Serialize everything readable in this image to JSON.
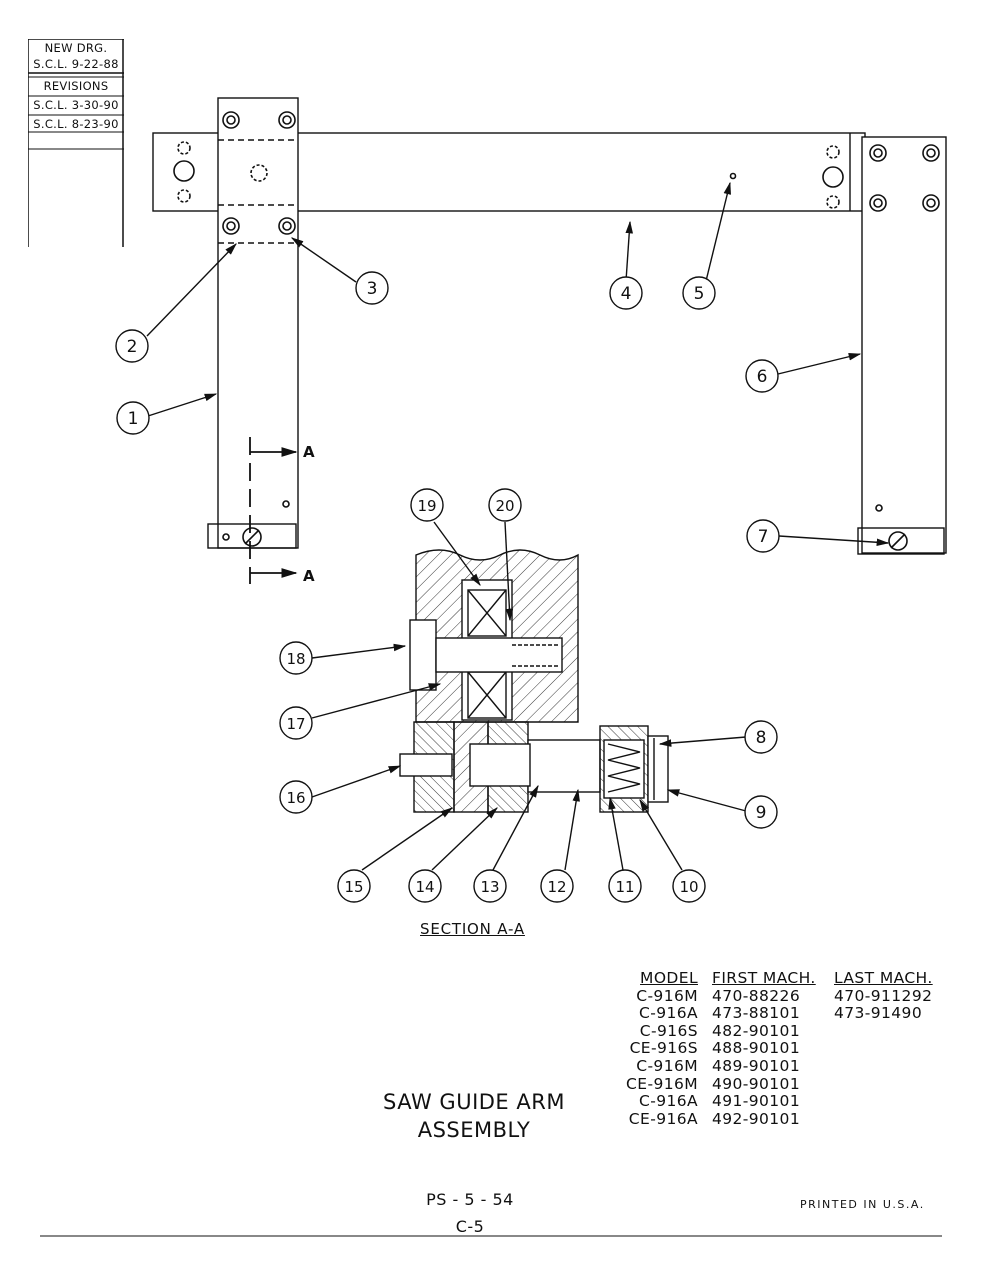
{
  "revision_block": {
    "header": "NEW DRG.",
    "new_drawing": "S.C.L. 9-22-88",
    "revisions_label": "REVISIONS",
    "revisions": [
      "S.C.L. 3-30-90",
      "S.C.L. 8-23-90"
    ]
  },
  "callouts": [
    "1",
    "2",
    "3",
    "4",
    "5",
    "6",
    "7",
    "8",
    "9",
    "10",
    "11",
    "12",
    "13",
    "14",
    "15",
    "16",
    "17",
    "18",
    "19",
    "20"
  ],
  "section_marker": "A",
  "section_title": "SECTION A-A",
  "title": [
    "SAW GUIDE ARM",
    "ASSEMBLY"
  ],
  "model_table": {
    "headers": [
      "MODEL",
      "FIRST MACH.",
      "LAST MACH."
    ],
    "rows": [
      [
        "C-916M",
        "470-88226",
        "470-911292"
      ],
      [
        "C-916A",
        "473-88101",
        "473-91490"
      ],
      [
        "C-916S",
        "482-90101",
        ""
      ],
      [
        "CE-916S",
        "488-90101",
        ""
      ],
      [
        "C-916M",
        "489-90101",
        ""
      ],
      [
        "CE-916M",
        "490-90101",
        ""
      ],
      [
        "C-916A",
        "491-90101",
        ""
      ],
      [
        "CE-916A",
        "492-90101",
        ""
      ]
    ]
  },
  "page_code": "PS - 5 - 54",
  "page_sub": "C-5",
  "printed": "PRINTED IN U.S.A."
}
